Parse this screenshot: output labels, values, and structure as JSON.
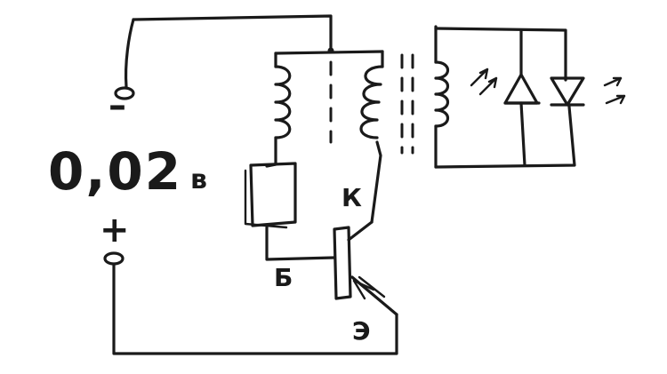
{
  "diagram": {
    "voltage_value": "0,02",
    "voltage_unit": "в",
    "terminal_minus": "–",
    "terminal_plus": "+",
    "label_collector": "К",
    "label_base": "Б",
    "label_emitter": "Э"
  },
  "colors": {
    "ink": "#1a1a1a",
    "paper": "#ffffff"
  }
}
